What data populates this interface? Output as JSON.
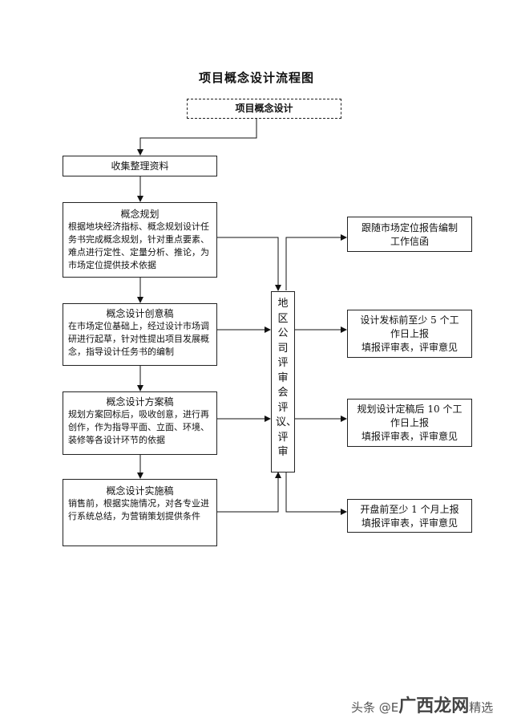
{
  "title": "项目概念设计流程图",
  "start_box": "项目概念设计",
  "step_collect": "收集整理资料",
  "steps": [
    {
      "heading": "概念规划",
      "text": "根据地块经济指标、概念规划设计任务书完成概念规划，针对重点要素、难点进行定性、定量分析、推论，为市场定位提供技术依据"
    },
    {
      "heading": "概念设计创意稿",
      "text": "在市场定位基础上，经过设计市场调研进行起草，针对性提出项目发展概念，指导设计任务书的编制"
    },
    {
      "heading": "概念设计方案稿",
      "text": "规划方案回标后，吸收创意，进行再创作，作为指导平面、立面、环境、装修等各设计环节的依据"
    },
    {
      "heading": "概念设计实施稿",
      "text": "销售前，根据实施情况，对各专业进行系统总结，为营销策划提供条件"
    }
  ],
  "review_column": "地区公司评审会评议、评审",
  "right_boxes": [
    {
      "lines": [
        "跟随市场定位报告编制",
        "工作信函"
      ]
    },
    {
      "lines": [
        "设计发标前至少 5 个工",
        "作日上报",
        "填报评审表，评审意见"
      ]
    },
    {
      "lines": [
        "规划设计定稿后 10 个工",
        "作日上报",
        "填报评审表，评审意见"
      ]
    },
    {
      "lines": [
        "开盘前至少 1 个月上报",
        "填报评审表，评审意见"
      ]
    }
  ],
  "watermark": {
    "prefix": "头条 @E",
    "main": "广西龙网",
    "suffix": "精选"
  }
}
